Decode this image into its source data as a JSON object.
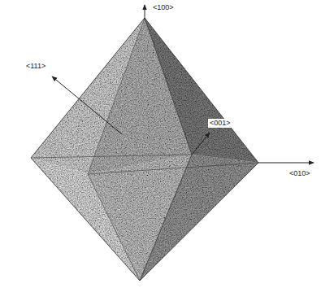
{
  "diagram": {
    "labels": [
      "<100>",
      "<111>",
      "<001>",
      "<010>"
    ]
  }
}
